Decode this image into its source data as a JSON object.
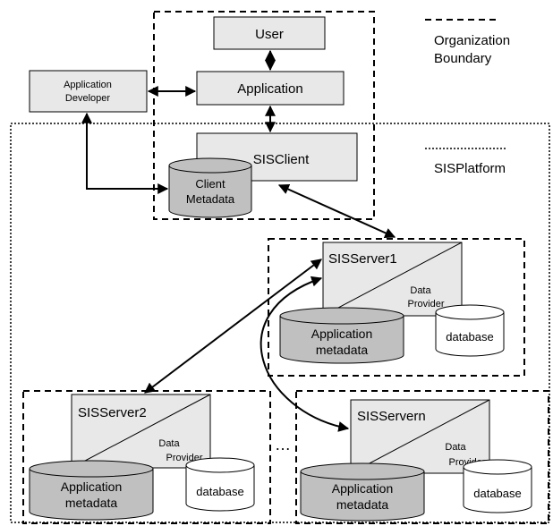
{
  "legend": {
    "org_boundary_line1": "Organization",
    "org_boundary_line2": "Boundary",
    "platform": "SISPlatform"
  },
  "nodes": {
    "user": "User",
    "application": "Application",
    "app_dev_line1": "Application",
    "app_dev_line2": "Developer",
    "sisclient": "SISClient",
    "client_meta_line1": "Client",
    "client_meta_line2": "Metadata"
  },
  "servers": [
    {
      "name": "SISServer1",
      "provider_line1": "Data",
      "provider_line2": "Provider",
      "meta_line1": "Application",
      "meta_line2": "metadata",
      "db": "database"
    },
    {
      "name": "SISServer2",
      "provider_line1": "Data",
      "provider_line2": "Provider",
      "meta_line1": "Application",
      "meta_line2": "metadata",
      "db": "database"
    },
    {
      "name": "SISServern",
      "provider_line1": "Data",
      "provider_line2": "Provider",
      "meta_line1": "Application",
      "meta_line2": "metadata",
      "db": "database"
    }
  ],
  "ellipsis": "…",
  "colors": {
    "box_fill": "#e8e8e8",
    "cylinder_gray": "#c0c0c0",
    "stroke": "#000000"
  }
}
